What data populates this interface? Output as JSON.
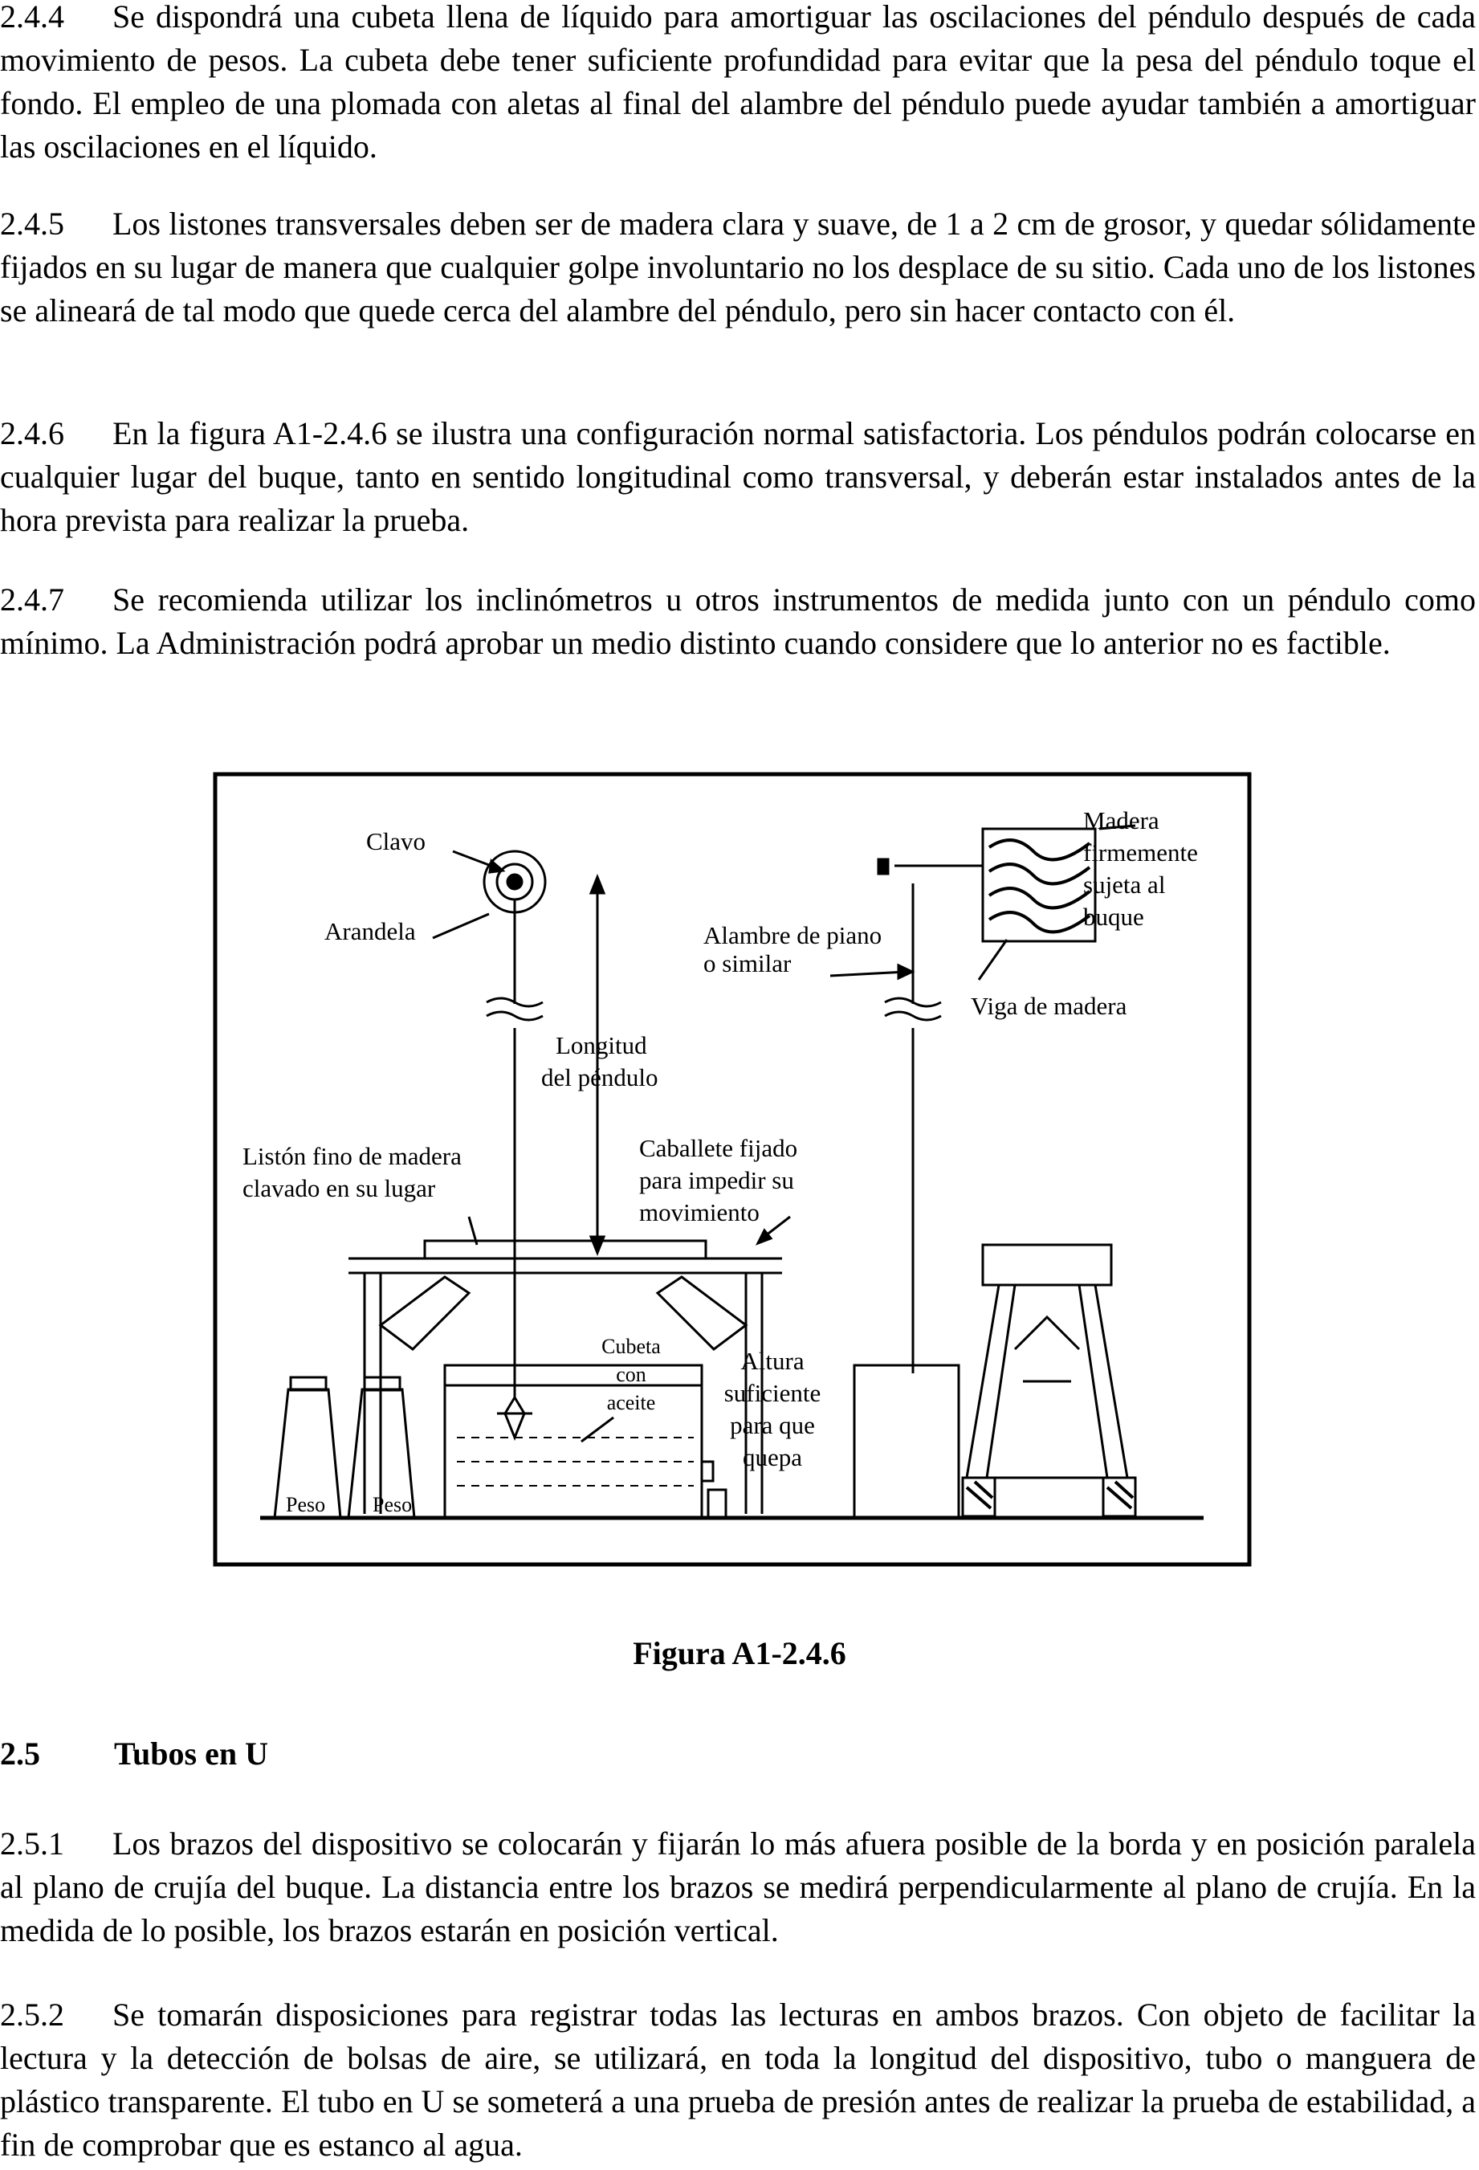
{
  "paragraphs": [
    {
      "num": "2.4.4",
      "text": "Se dispondrá una cubeta llena de líquido para amortiguar las oscilaciones del péndulo después de cada movimiento de pesos. La cubeta debe tener suficiente profundidad para evitar que la pesa del péndulo toque el fondo. El empleo de una plomada con aletas al final del alambre del péndulo puede ayudar también a amortiguar las oscilaciones en el líquido."
    },
    {
      "num": "2.4.5",
      "text": "Los listones transversales deben ser de madera clara y suave, de 1 a 2 cm de grosor, y quedar sólidamente fijados en su lugar de manera que cualquier golpe involuntario no los desplace de su sitio. Cada uno de los listones se alineará de tal modo que quede cerca del alambre del péndulo, pero sin hacer contacto con él."
    },
    {
      "num": "2.4.6",
      "text": "En la figura A1-2.4.6 se ilustra una configuración normal satisfactoria. Los péndulos podrán colocarse en cualquier lugar del buque, tanto en sentido longitudinal como transversal, y deberán estar instalados antes de la hora prevista para realizar la prueba."
    },
    {
      "num": "2.4.7",
      "text": "Se recomienda utilizar los inclinómetros u otros instrumentos de medida junto con un péndulo como mínimo. La Administración podrá aprobar un medio distinto cuando considere que lo anterior no es factible."
    }
  ],
  "figure": {
    "labels": {
      "clavo": "Clavo",
      "arandela": "Arandela",
      "alambre_1": "Alambre de piano",
      "alambre_2": "o similar",
      "madera_1": "Madera",
      "madera_2": "firmemente",
      "madera_3": "sujeta al",
      "madera_4": "buque",
      "viga": "Viga de madera",
      "longitud_1": "Longitud",
      "longitud_2": "del péndulo",
      "liston_1": "Listón fino de madera",
      "liston_2": "clavado en su lugar",
      "caballete_1": "Caballete fijado",
      "caballete_2": "para impedir su",
      "caballete_3": "movimiento",
      "cubeta_1": "Cubeta",
      "cubeta_2": "con",
      "cubeta_3": "aceite",
      "altura_1": "Altura",
      "altura_2": "suficiente",
      "altura_3": "para que",
      "altura_4": "quepa",
      "peso_1": "Peso",
      "peso_2": "Peso"
    },
    "caption": "Figura A1-2.4.6"
  },
  "section": {
    "num": "2.5",
    "title": "Tubos en U"
  },
  "paragraphs2": [
    {
      "num": "2.5.1",
      "text": "Los brazos del dispositivo se colocarán y fijarán lo más afuera posible de la borda y en posición paralela al plano de crujía del buque. La distancia entre los brazos se medirá perpendicularmente al plano de crujía. En la medida de lo posible, los brazos estarán en posición vertical."
    },
    {
      "num": "2.5.2",
      "text": "Se tomarán disposiciones para registrar todas las lecturas en ambos brazos. Con objeto de facilitar la lectura y la detección de bolsas de aire, se utilizará, en toda la longitud del dispositivo, tubo o manguera de plástico transparente. El tubo en U se someterá a una prueba de presión antes de realizar la prueba de estabilidad, a fin de comprobar que es estanco al agua."
    }
  ]
}
